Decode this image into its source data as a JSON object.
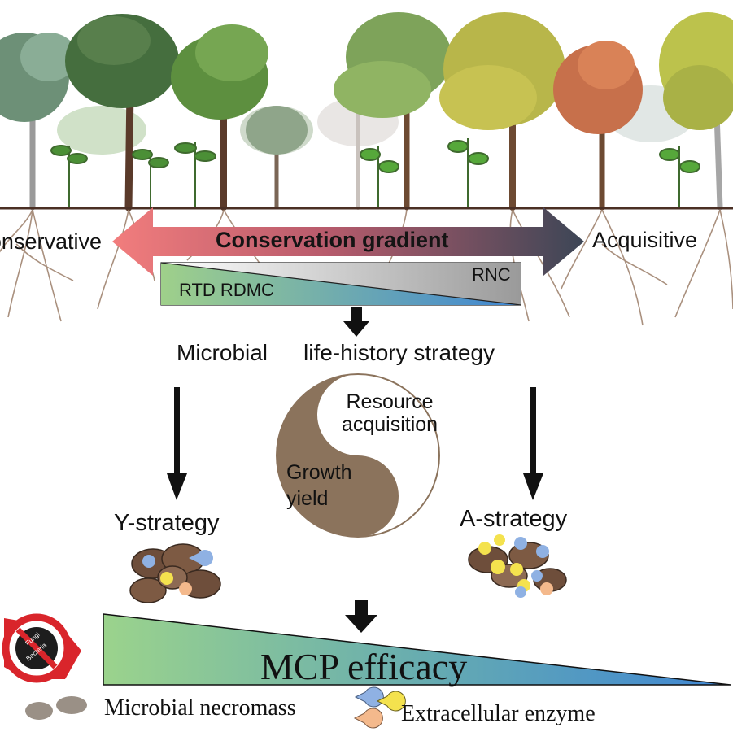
{
  "gradient": {
    "left_label": "Conservative",
    "center_label": "Conservation gradient",
    "right_label": "Acquisitive",
    "left_color": "#f27d7d",
    "right_color": "#3c4656"
  },
  "root_traits": {
    "increasing_left": "RTD RDMC",
    "increasing_right": "RNC",
    "left_wedge_colors": [
      "#9fd08a",
      "#3f86d4"
    ],
    "right_wedge_colors": [
      "#ffffff",
      "#9a9a9a"
    ]
  },
  "microbial": {
    "title_left": "Microbial",
    "title_right": "life-history strategy",
    "yin_yang": {
      "top_label": "Resource acquisition",
      "bottom_label": "Growth yield",
      "dark_color": "#8b735c"
    },
    "left_strategy": "Y-strategy",
    "right_strategy": "A-strategy"
  },
  "mcp": {
    "label": "MCP efficacy",
    "left_color": "#9bd38c",
    "right_color": "#3f86d4"
  },
  "badge": {
    "top_text": "Fungi",
    "bottom_text": "Bacteria",
    "accent": "#d9252b"
  },
  "legend": {
    "necromass_label": "Microbial necromass",
    "enzyme_label": "Extracellular enzyme",
    "necromass_color": "#9a9086",
    "enzyme_colors": [
      "#8fb1e3",
      "#f4e24e",
      "#f4b98c"
    ]
  }
}
